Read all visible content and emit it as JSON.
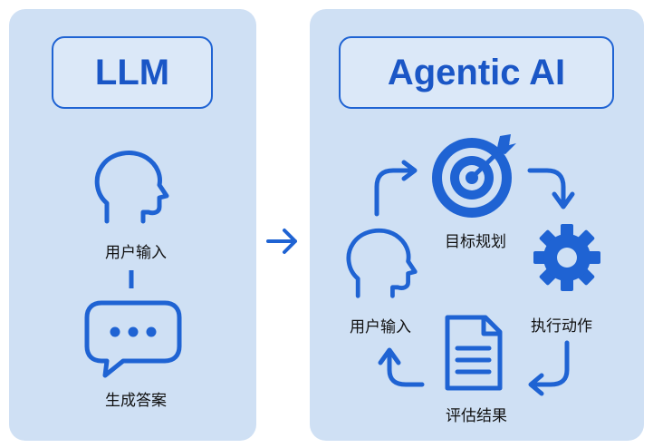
{
  "left": {
    "title": "LLM",
    "input_label": "用户输入",
    "output_label": "生成答案"
  },
  "right": {
    "title": "Agentic AI",
    "plan_label": "目标规划",
    "act_label": "执行动作",
    "eval_label": "评估结果",
    "input_label": "用户输入"
  },
  "colors": {
    "accent": "#1f63d3",
    "panel_bg": "#cfe0f4",
    "title_bg": "#dbe8f8",
    "text": "#111111"
  },
  "icons": [
    "head-icon",
    "chat-bubble-icon",
    "arrow-right-icon",
    "target-icon",
    "gear-icon",
    "document-icon",
    "cycle-arrow-icon"
  ]
}
